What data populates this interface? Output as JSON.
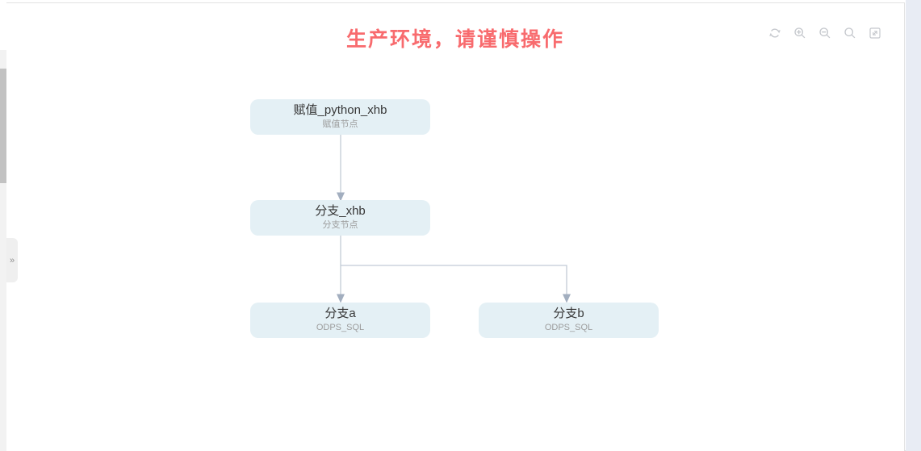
{
  "header": {
    "warning_text": "生产环境，请谨慎操作"
  },
  "toolbar": {
    "icons": [
      {
        "name": "refresh-icon"
      },
      {
        "name": "zoom-in-icon"
      },
      {
        "name": "zoom-out-icon"
      },
      {
        "name": "search-icon"
      },
      {
        "name": "fullscreen-icon"
      }
    ]
  },
  "side_panel": {
    "expand_glyph": "»"
  },
  "canvas": {
    "nodes": [
      {
        "title": "赋值_python_xhb",
        "subtitle": "赋值节点"
      },
      {
        "title": "分支_xhb",
        "subtitle": "分支节点"
      },
      {
        "title": "分支a",
        "subtitle": "ODPS_SQL"
      },
      {
        "title": "分支b",
        "subtitle": "ODPS_SQL"
      }
    ],
    "edges": [
      {
        "from": "赋值_python_xhb",
        "to": "分支_xhb"
      },
      {
        "from": "分支_xhb",
        "to": "分支a"
      },
      {
        "from": "分支_xhb",
        "to": "分支b"
      }
    ]
  },
  "colors": {
    "warning-red": "#f86b6e",
    "node-bg": "#e4f0f5",
    "node-title": "#363636",
    "node-subtitle": "#9c9c9c",
    "edge-line": "#c2cbd6",
    "edge-arrow": "#a2aebf",
    "icon-gray": "#c5c8cd",
    "right-strip": "#e8ecf4",
    "scroll-track": "#f2f2f2",
    "scroll-thumb": "#c2c2c2",
    "toggle-bg": "#efefef",
    "toggle-glyph": "#8f8f8f",
    "border": "#e2e2e2"
  }
}
